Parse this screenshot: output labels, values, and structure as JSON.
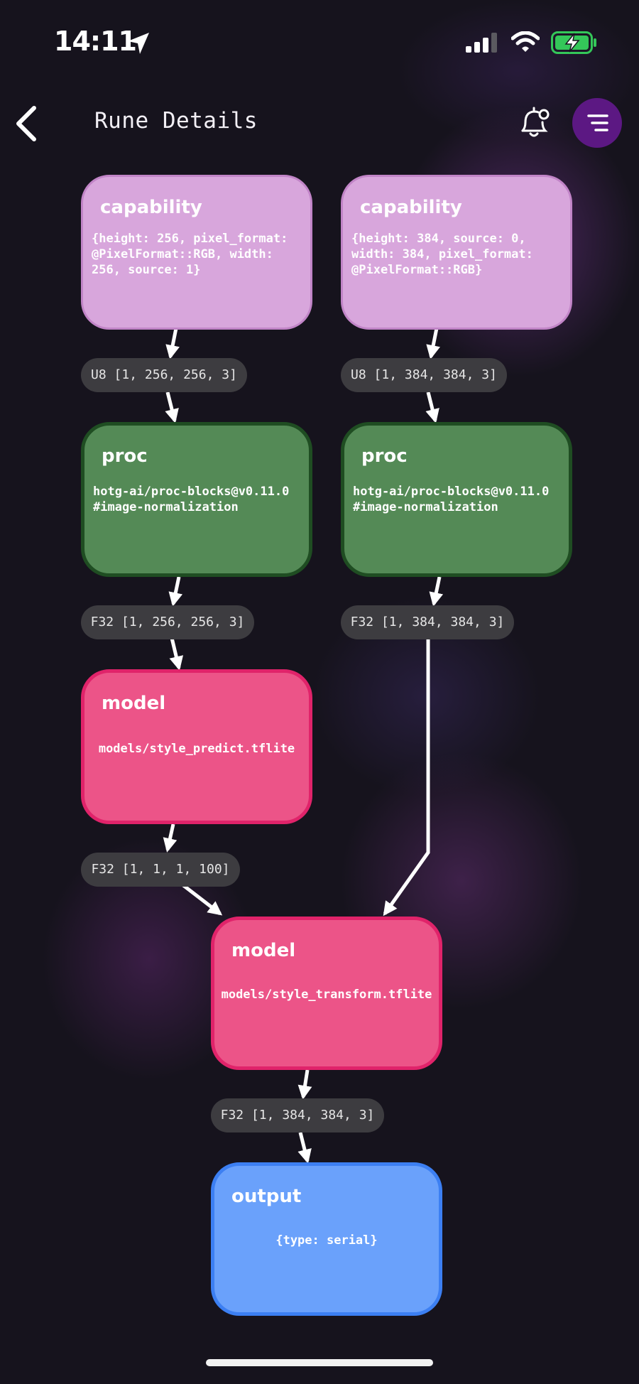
{
  "status_bar": {
    "time": "14:11",
    "location_icon": "location-arrow-icon",
    "signal_icon": "cellular-signal-icon",
    "wifi_icon": "wifi-icon",
    "battery_icon": "battery-charging-icon",
    "battery_color": "#34c759"
  },
  "header": {
    "title": "Rune Details",
    "back_icon": "chevron-left-icon",
    "notifications_icon": "bell-settings-icon",
    "menu_icon": "menu-lines-icon",
    "menu_button_color": "#5c1883"
  },
  "graph": {
    "colors": {
      "capability": "#d8a6dc",
      "proc": "#548a56",
      "model": "#ec5488",
      "output": "#6aa1fb",
      "tensor_pill": "#3d3c40",
      "edge": "#ffffff"
    },
    "capability_256": {
      "title": "capability",
      "body": "{height: 256, pixel_format: @PixelFormat::RGB, width: 256, source: 1}"
    },
    "capability_384": {
      "title": "capability",
      "body": "{height: 384, source: 0, width: 384, pixel_format: @PixelFormat::RGB}"
    },
    "tensor_u8_256": "U8 [1, 256, 256, 3]",
    "tensor_u8_384": "U8 [1, 384, 384, 3]",
    "proc_256": {
      "title": "proc",
      "body": "hotg-ai/proc-blocks@v0.11.0 #image-normalization"
    },
    "proc_384": {
      "title": "proc",
      "body": "hotg-ai/proc-blocks@v0.11.0 #image-normalization"
    },
    "tensor_f32_256": "F32 [1, 256, 256, 3]",
    "tensor_f32_384": "F32 [1, 384, 384, 3]",
    "model_predict": {
      "title": "model",
      "body": "models/style_predict.tflite"
    },
    "tensor_f32_100": "F32 [1, 1, 1, 100]",
    "model_transform": {
      "title": "model",
      "body": "models/style_transform.tflite"
    },
    "tensor_f32_out": "F32 [1, 384, 384, 3]",
    "output": {
      "title": "output",
      "body": "{type: serial}"
    }
  }
}
